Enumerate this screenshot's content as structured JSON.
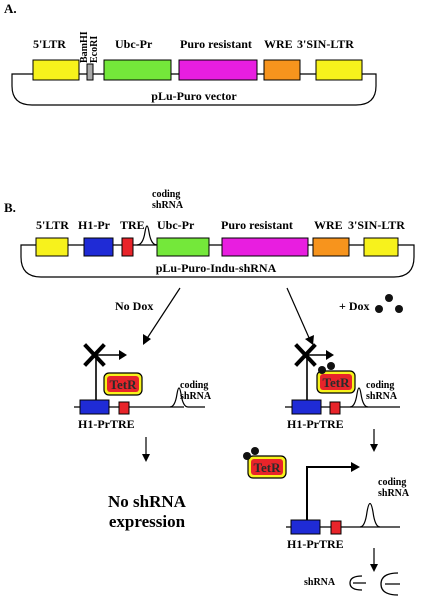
{
  "panel_a": {
    "label": "A.",
    "five_ltr": "5'LTR",
    "bamhi": "BamHI",
    "ecori": "EcoRI",
    "ubc_pr": "Ubc-Pr",
    "puro_resistant": "Puro resistant",
    "wre": "WRE",
    "three_sin_ltr": "3'SIN-LTR",
    "vector_name": "pLu-Puro vector"
  },
  "panel_b": {
    "label": "B.",
    "five_ltr": "5'LTR",
    "h1_pr": "H1-Pr",
    "tre": "TRE",
    "coding_shrna_line1": "coding",
    "coding_shrna_line2": "shRNA",
    "ubc_pr": "Ubc-Pr",
    "puro_resistant": "Puro resistant",
    "wre": "WRE",
    "three_sin_ltr": "3'SIN-LTR",
    "vector_name": "pLu-Puro-Indu-shRNA",
    "no_dox": "No Dox",
    "plus_dox": "+ Dox",
    "tetr": "TetR",
    "h1_pr_tre": "H1-PrTRE",
    "no_shrna_line1": "No shRNA",
    "no_shrna_line2": "expression",
    "shrna_product": "shRNA"
  },
  "colors": {
    "ltr_yellow": "#f7f21c",
    "bamhi_grey": "#a9a9a9",
    "ubc_green": "#74e83a",
    "puro_magenta": "#e81ee0",
    "wre_orange": "#f7941d",
    "h1_blue": "#1f2bd6",
    "tre_red": "#e8242a",
    "tetr_red": "#e8242a",
    "tetr_text": "#f7f21c"
  }
}
